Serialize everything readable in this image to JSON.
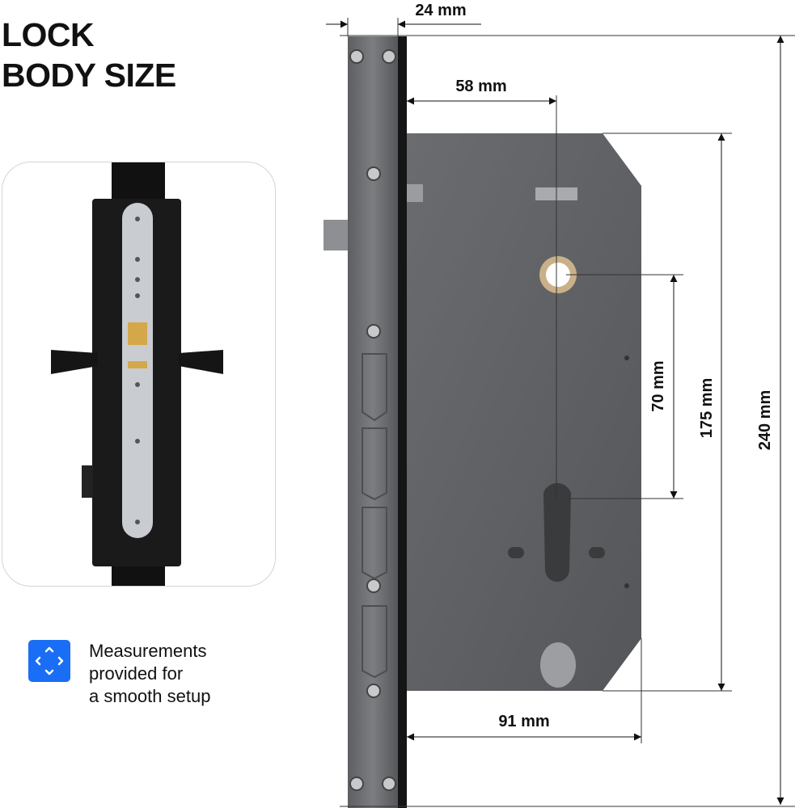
{
  "title": {
    "line1": "LOCK",
    "line2": "BODY SIZE"
  },
  "note": {
    "icon": "expand-arrows-icon",
    "line1": "Measurements",
    "line2": "provided for",
    "line3": "a smooth setup",
    "icon_color": "#1a6ef5"
  },
  "dimensions": {
    "faceplate_width": "24 mm",
    "backset": "58 mm",
    "total_height": "240 mm",
    "body_height": "175 mm",
    "center_distance": "70 mm",
    "body_depth": "91 mm"
  }
}
